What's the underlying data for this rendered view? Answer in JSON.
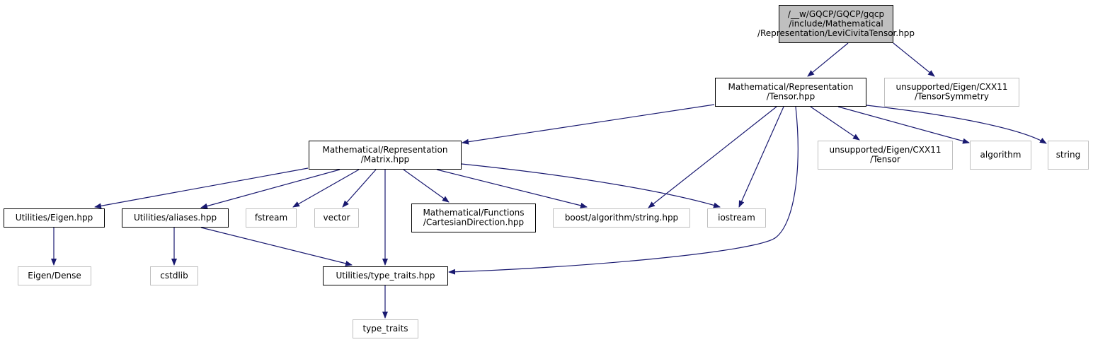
{
  "colors": {
    "edge": "#191970",
    "root_fill": "#bfbfbf",
    "root_border": "#000000",
    "doc_border": "#000000",
    "ext_border": "#bfbfbf",
    "node_fill": "#ffffff",
    "text": "#000000"
  },
  "nodes": [
    {
      "id": "levi",
      "kind": "root",
      "lines": [
        "/__w/GQCP/GQCP/gqcp",
        "/include/Mathematical",
        "/Representation/LeviCivitaTensor.hpp"
      ]
    },
    {
      "id": "tensor_hpp",
      "kind": "documented",
      "lines": [
        "Mathematical/Representation",
        "/Tensor.hpp"
      ]
    },
    {
      "id": "tensorsym",
      "kind": "external",
      "lines": [
        "unsupported/Eigen/CXX11",
        "/TensorSymmetry"
      ]
    },
    {
      "id": "matrix_hpp",
      "kind": "documented",
      "lines": [
        "Mathematical/Representation",
        "/Matrix.hpp"
      ]
    },
    {
      "id": "eigen_tensor",
      "kind": "external",
      "lines": [
        "unsupported/Eigen/CXX11",
        "/Tensor"
      ]
    },
    {
      "id": "algorithm",
      "kind": "external",
      "lines": [
        "algorithm"
      ]
    },
    {
      "id": "string",
      "kind": "external",
      "lines": [
        "string"
      ]
    },
    {
      "id": "util_eigen",
      "kind": "documented",
      "lines": [
        "Utilities/Eigen.hpp"
      ]
    },
    {
      "id": "util_aliases",
      "kind": "documented",
      "lines": [
        "Utilities/aliases.hpp"
      ]
    },
    {
      "id": "fstream",
      "kind": "external",
      "lines": [
        "fstream"
      ]
    },
    {
      "id": "vector",
      "kind": "external",
      "lines": [
        "vector"
      ]
    },
    {
      "id": "cartesian",
      "kind": "documented",
      "lines": [
        "Mathematical/Functions",
        "/CartesianDirection.hpp"
      ]
    },
    {
      "id": "boost_string",
      "kind": "external",
      "lines": [
        "boost/algorithm/string.hpp"
      ]
    },
    {
      "id": "iostream",
      "kind": "external",
      "lines": [
        "iostream"
      ]
    },
    {
      "id": "eigen_dense",
      "kind": "external",
      "lines": [
        "Eigen/Dense"
      ]
    },
    {
      "id": "cstdlib",
      "kind": "external",
      "lines": [
        "cstdlib"
      ]
    },
    {
      "id": "type_traits_hpp",
      "kind": "documented",
      "lines": [
        "Utilities/type_traits.hpp"
      ]
    },
    {
      "id": "type_traits",
      "kind": "external",
      "lines": [
        "type_traits"
      ]
    }
  ],
  "edges": [
    {
      "from": "levi",
      "to": "tensor_hpp"
    },
    {
      "from": "levi",
      "to": "tensorsym"
    },
    {
      "from": "tensor_hpp",
      "to": "matrix_hpp"
    },
    {
      "from": "tensor_hpp",
      "to": "boost_string"
    },
    {
      "from": "tensor_hpp",
      "to": "iostream"
    },
    {
      "from": "tensor_hpp",
      "to": "type_traits_hpp"
    },
    {
      "from": "tensor_hpp",
      "to": "eigen_tensor"
    },
    {
      "from": "tensor_hpp",
      "to": "algorithm"
    },
    {
      "from": "tensor_hpp",
      "to": "string"
    },
    {
      "from": "matrix_hpp",
      "to": "util_eigen"
    },
    {
      "from": "matrix_hpp",
      "to": "util_aliases"
    },
    {
      "from": "matrix_hpp",
      "to": "fstream"
    },
    {
      "from": "matrix_hpp",
      "to": "vector"
    },
    {
      "from": "matrix_hpp",
      "to": "type_traits_hpp"
    },
    {
      "from": "matrix_hpp",
      "to": "cartesian"
    },
    {
      "from": "matrix_hpp",
      "to": "boost_string"
    },
    {
      "from": "matrix_hpp",
      "to": "iostream"
    },
    {
      "from": "util_eigen",
      "to": "eigen_dense"
    },
    {
      "from": "util_aliases",
      "to": "cstdlib"
    },
    {
      "from": "util_aliases",
      "to": "type_traits_hpp"
    },
    {
      "from": "type_traits_hpp",
      "to": "type_traits"
    }
  ]
}
